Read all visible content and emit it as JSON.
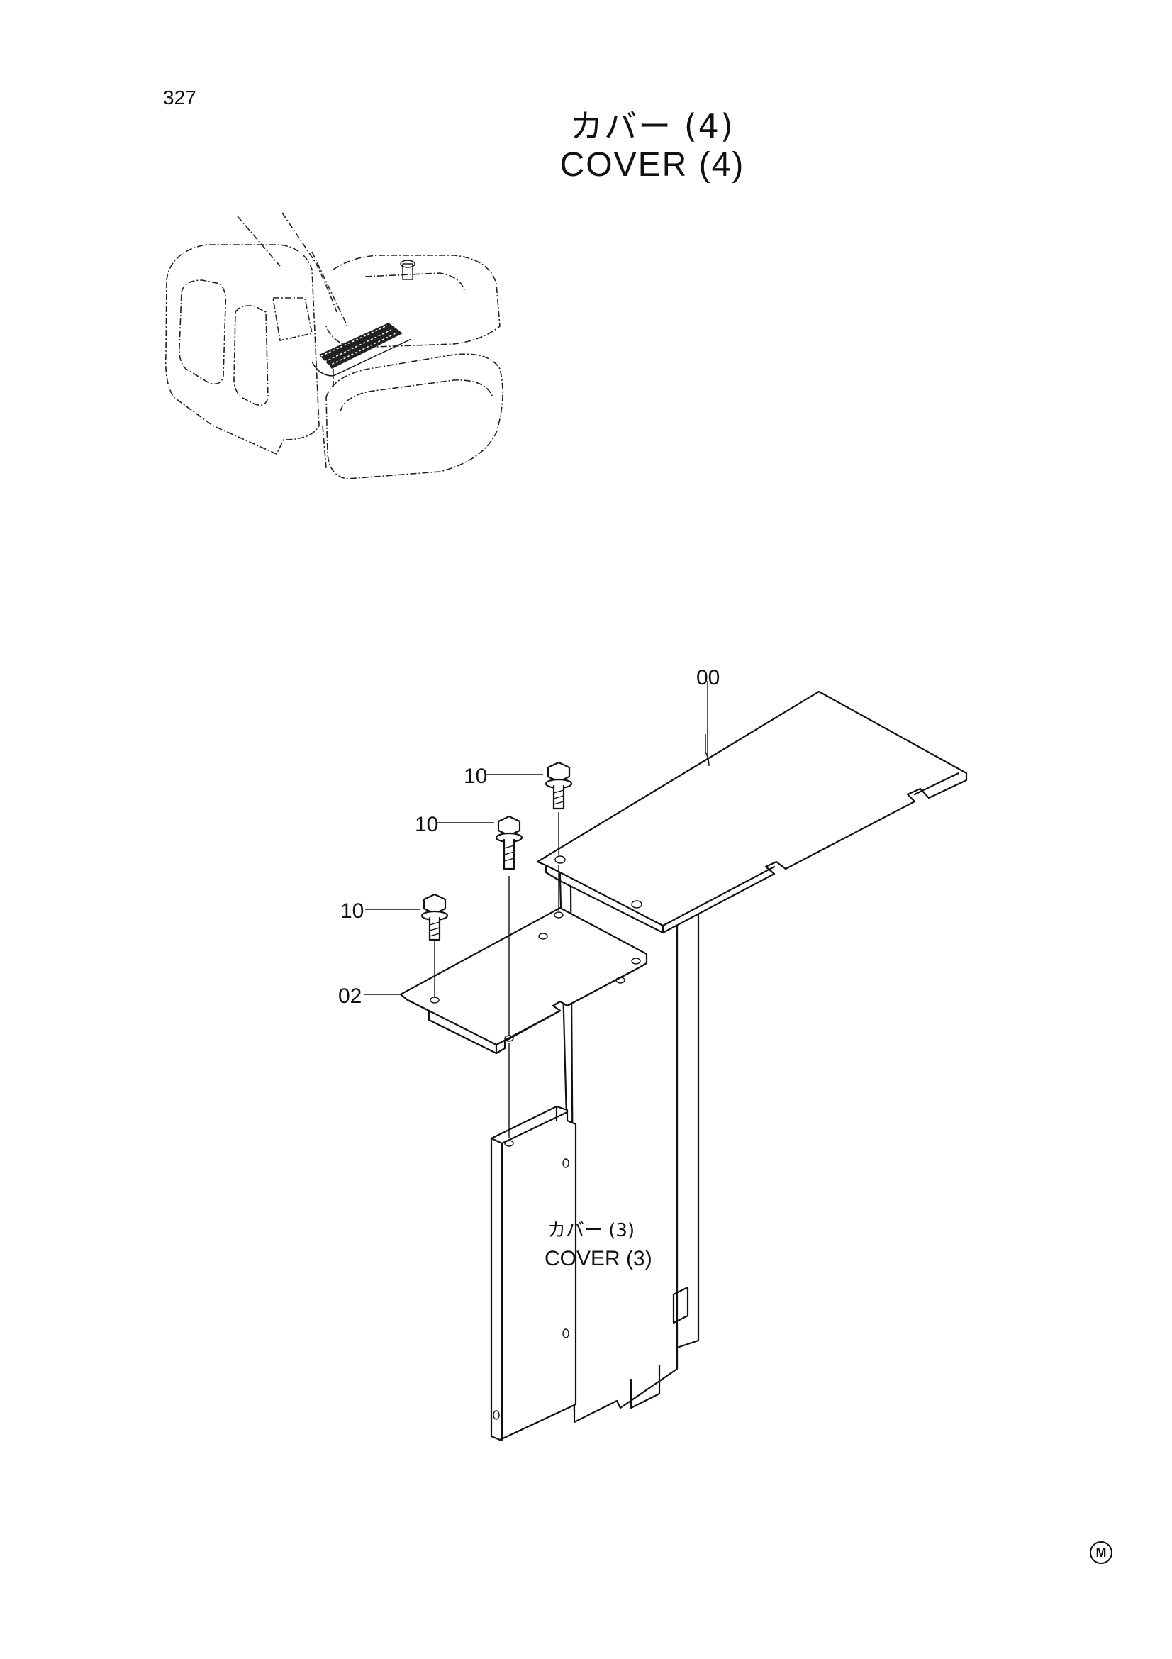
{
  "page": {
    "number": "327",
    "mark": "M"
  },
  "title": {
    "jp": "カバー (4)",
    "en": "COVER (4)"
  },
  "callouts": {
    "cover_main": "00",
    "cover_small": "02",
    "bolt_1": "10",
    "bolt_2": "10",
    "bolt_3": "10"
  },
  "reference": {
    "jp": "カバー (3)",
    "en": "COVER (3)"
  }
}
